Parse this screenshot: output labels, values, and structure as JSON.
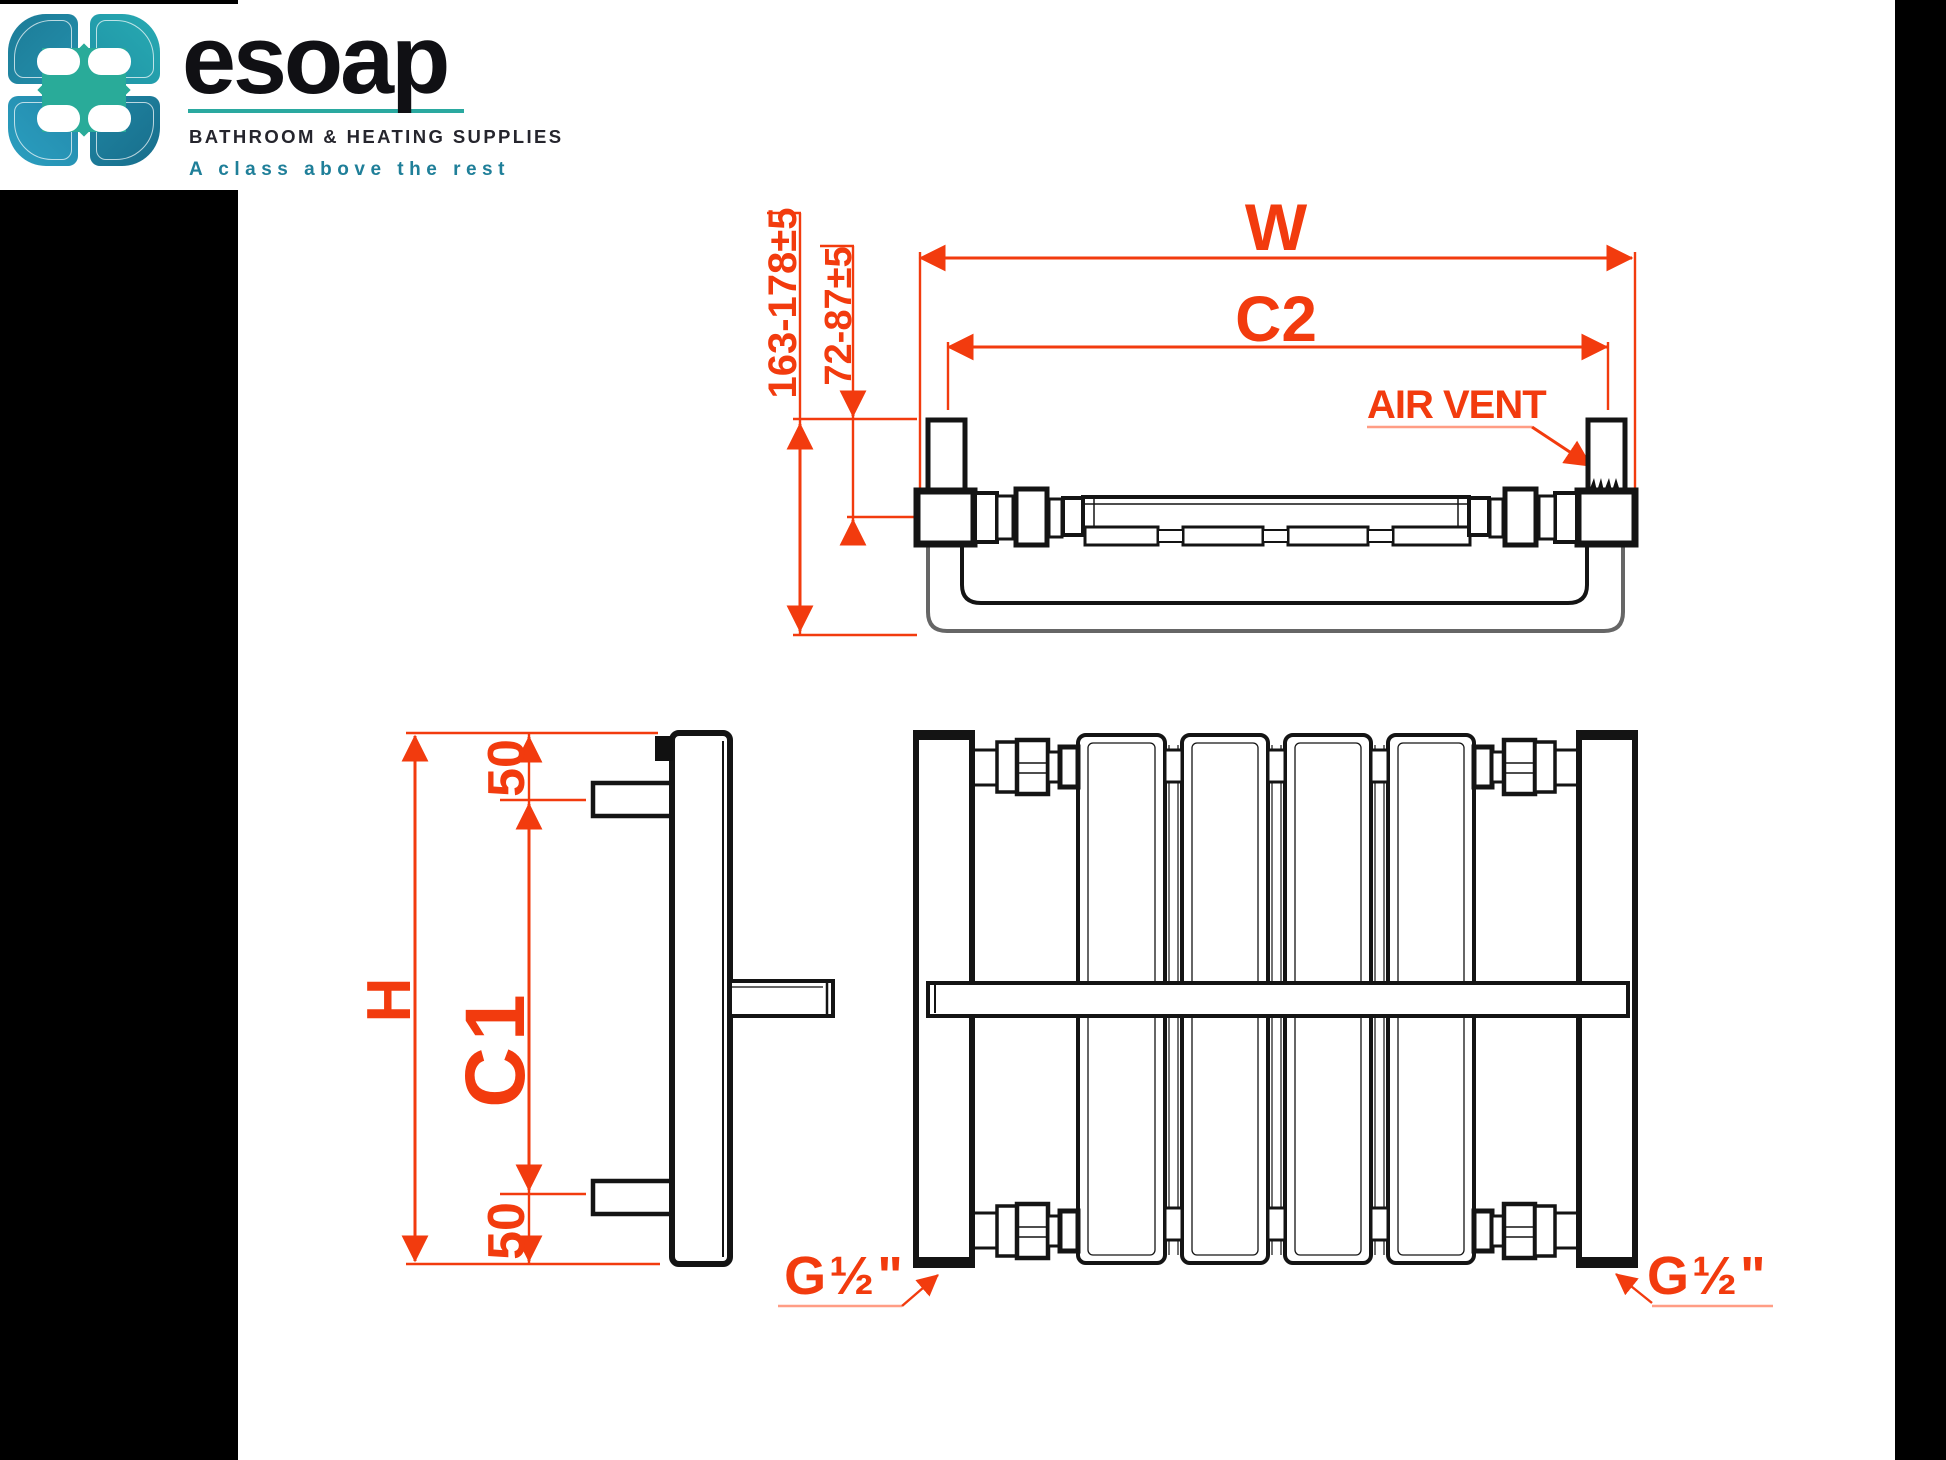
{
  "brand": {
    "name": "esoap",
    "tagline_primary": "BATHROOM & HEATING SUPPLIES",
    "tagline_secondary": "A class above the rest",
    "colors": {
      "teal": "#29ab99",
      "blue": "#1f85a2",
      "tagline_teal": "#1f7f99",
      "name_text": "#101014"
    }
  },
  "diagram": {
    "type": "radiator-dimension-drawing",
    "colors": {
      "dimension": "#f23b0e",
      "line": "#141414"
    },
    "labels": {
      "width": "W",
      "centers_width": "C2",
      "air_vent": "AIR VENT",
      "wall_distance": "163-178±5",
      "pipe_center_distance": "72-87±5",
      "height": "H",
      "connection_centers": "C1",
      "offset_top": "50",
      "offset_bottom": "50",
      "thread_left": "G½\"",
      "thread_right": "G½\""
    }
  }
}
